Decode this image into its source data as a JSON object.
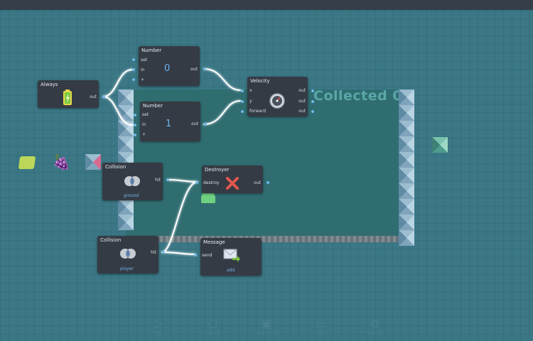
{
  "game": {
    "collected_text": "Collected 0"
  },
  "nodes": {
    "always": {
      "title": "Always",
      "out": "out"
    },
    "number1": {
      "title": "Number",
      "set": "set",
      "in": "in",
      "plus": "+",
      "value": "0",
      "out": "out"
    },
    "number2": {
      "title": "Number",
      "set": "set",
      "in": "in",
      "plus": "+",
      "value": "1",
      "out": "out"
    },
    "velocity": {
      "title": "Velocity",
      "x": "x",
      "y": "y",
      "forward": "forward",
      "out": "out"
    },
    "collision1": {
      "title": "Collision",
      "hit": "hit",
      "target": "ground"
    },
    "destroyer": {
      "title": "Destroyer",
      "destroy": "destroy",
      "out": "out"
    },
    "collision2": {
      "title": "Collision",
      "hit": "hit",
      "target": "player"
    },
    "message": {
      "title": "Message",
      "send": "send",
      "name": "add"
    }
  },
  "toolbar": {
    "play": "Play",
    "objects": "Objects",
    "game_layer": "Game Layer",
    "clear": "Clear",
    "settings": "Settings"
  },
  "colors": {
    "wire": "#ffffff",
    "node_bg": "#353b44",
    "accent": "#6ab4f0",
    "canvas": "#3b7785"
  }
}
